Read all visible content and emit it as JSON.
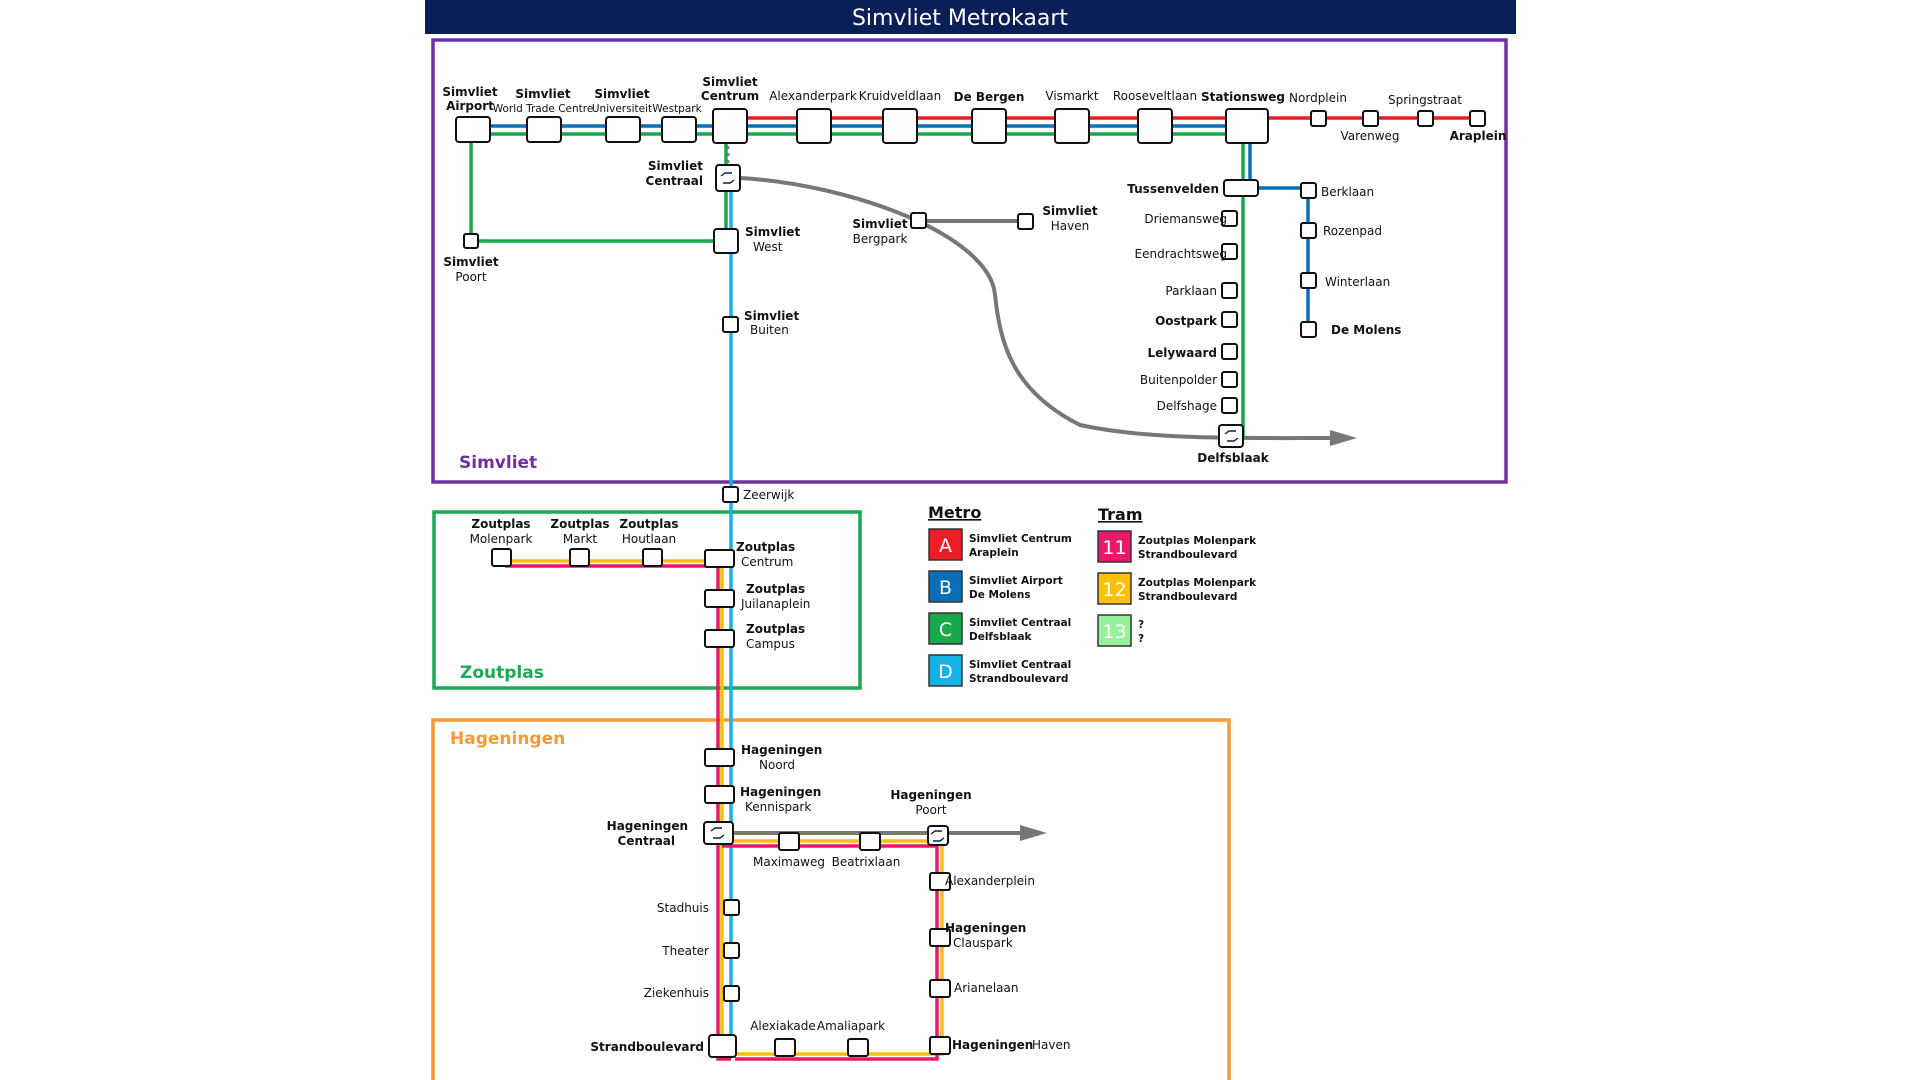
{
  "title": "Simvliet Metrokaart",
  "regions": {
    "simvliet": {
      "label": "Simvliet",
      "color": "#7030a0"
    },
    "zoutplas": {
      "label": "Zoutplas",
      "color": "#1aaa55"
    },
    "hageningen": {
      "label": "Hageningen",
      "color": "#f79a35"
    }
  },
  "colors": {
    "header": "#0a1f57",
    "line_a": "#ee1c25",
    "line_b": "#0b6fb8",
    "line_c": "#17a94b",
    "line_d": "#14b2e8",
    "tram_11": "#e8186d",
    "tram_12": "#fcbf0a",
    "tram_13": "#96f29a",
    "rail": "#808080"
  },
  "stations": {
    "airport": [
      "Simvliet",
      "Airport"
    ],
    "wtc": [
      "Simvliet",
      "World Trade Centre"
    ],
    "universiteit": [
      "Simvliet",
      "Universiteit"
    ],
    "westpark": "Westpark",
    "centrum": [
      "Simvliet",
      "Centrum"
    ],
    "alexanderpark": "Alexanderpark",
    "kruidveldlaan": "Kruidveldlaan",
    "debergen": "De Bergen",
    "vismarkt": "Vismarkt",
    "rooseveltlaan": "Rooseveltlaan",
    "stationsweg": "Stationsweg",
    "nordplein": "Nordplein",
    "varenweg": "Varenweg",
    "springstraat": "Springstraat",
    "araplein": "Araplein",
    "centraal": [
      "Simvliet",
      "Centraal"
    ],
    "west": [
      "Simvliet",
      "West"
    ],
    "poort": [
      "Simvliet",
      "Poort"
    ],
    "buiten": [
      "Simvliet",
      "Buiten"
    ],
    "bergpark": [
      "Simvliet",
      "Bergpark"
    ],
    "haven": [
      "Simvliet",
      "Haven"
    ],
    "tussenvelden": "Tussenvelden",
    "berklaan": "Berklaan",
    "rozenpad": "Rozenpad",
    "winterlaan": "Winterlaan",
    "demolens": "De Molens",
    "driemansweg": "Driemansweg",
    "eendrachtsweg": "Eendrachtsweg",
    "parklaan": "Parklaan",
    "oostpark": "Oostpark",
    "lelywaard": "Lelywaard",
    "buitenpolder": "Buitenpolder",
    "delfshage": "Delfshage",
    "delfsblaak": "Delfsblaak",
    "zeerwijk": "Zeerwijk",
    "zp_molenpark": [
      "Zoutplas",
      "Molenpark"
    ],
    "zp_markt": [
      "Zoutplas",
      "Markt"
    ],
    "zp_houtlaan": [
      "Zoutplas",
      "Houtlaan"
    ],
    "zp_centrum": [
      "Zoutplas",
      "Centrum"
    ],
    "zp_juilanaplein": [
      "Zoutplas",
      "Juilanaplein"
    ],
    "zp_campus": [
      "Zoutplas",
      "Campus"
    ],
    "hg_noord": [
      "Hageningen",
      "Noord"
    ],
    "hg_kennispark": [
      "Hageningen",
      "Kennispark"
    ],
    "hg_centraal": [
      "Hageningen",
      "Centraal"
    ],
    "hg_poort": [
      "Hageningen",
      "Poort"
    ],
    "maximaweg": "Maximaweg",
    "beatrixlaan": "Beatrixlaan",
    "alexanderplein": "Alexanderplein",
    "hg_clauspark": [
      "Hageningen",
      "Clauspark"
    ],
    "arianelaan": "Arianelaan",
    "hg_haven": [
      "Hageningen",
      "Haven"
    ],
    "stadhuis": "Stadhuis",
    "theater": "Theater",
    "ziekenhuis": "Ziekenhuis",
    "strandboulevard": "Strandboulevard",
    "alexiakade": "Alexiakade",
    "amaliapark": "Amaliapark"
  },
  "legend": {
    "metro_heading": "Metro",
    "tram_heading": "Tram",
    "metro": [
      {
        "id": "A",
        "color": "#ee1c25",
        "from": "Simvliet Centrum",
        "to": "Araplein"
      },
      {
        "id": "B",
        "color": "#0b6fb8",
        "from": "Simvliet Airport",
        "to": "De Molens"
      },
      {
        "id": "C",
        "color": "#17a94b",
        "from": "Simvliet Centraal",
        "to": "Delfsblaak"
      },
      {
        "id": "D",
        "color": "#14b2e8",
        "from": "Simvliet Centraal",
        "to": "Strandboulevard"
      }
    ],
    "tram": [
      {
        "id": "11",
        "color": "#e8186d",
        "from": "Zoutplas Molenpark",
        "to": "Strandboulevard"
      },
      {
        "id": "12",
        "color": "#fcbf0a",
        "from": "Zoutplas Molenpark",
        "to": "Strandboulevard"
      },
      {
        "id": "13",
        "color": "#96f29a",
        "from": "?",
        "to": "?"
      }
    ]
  }
}
